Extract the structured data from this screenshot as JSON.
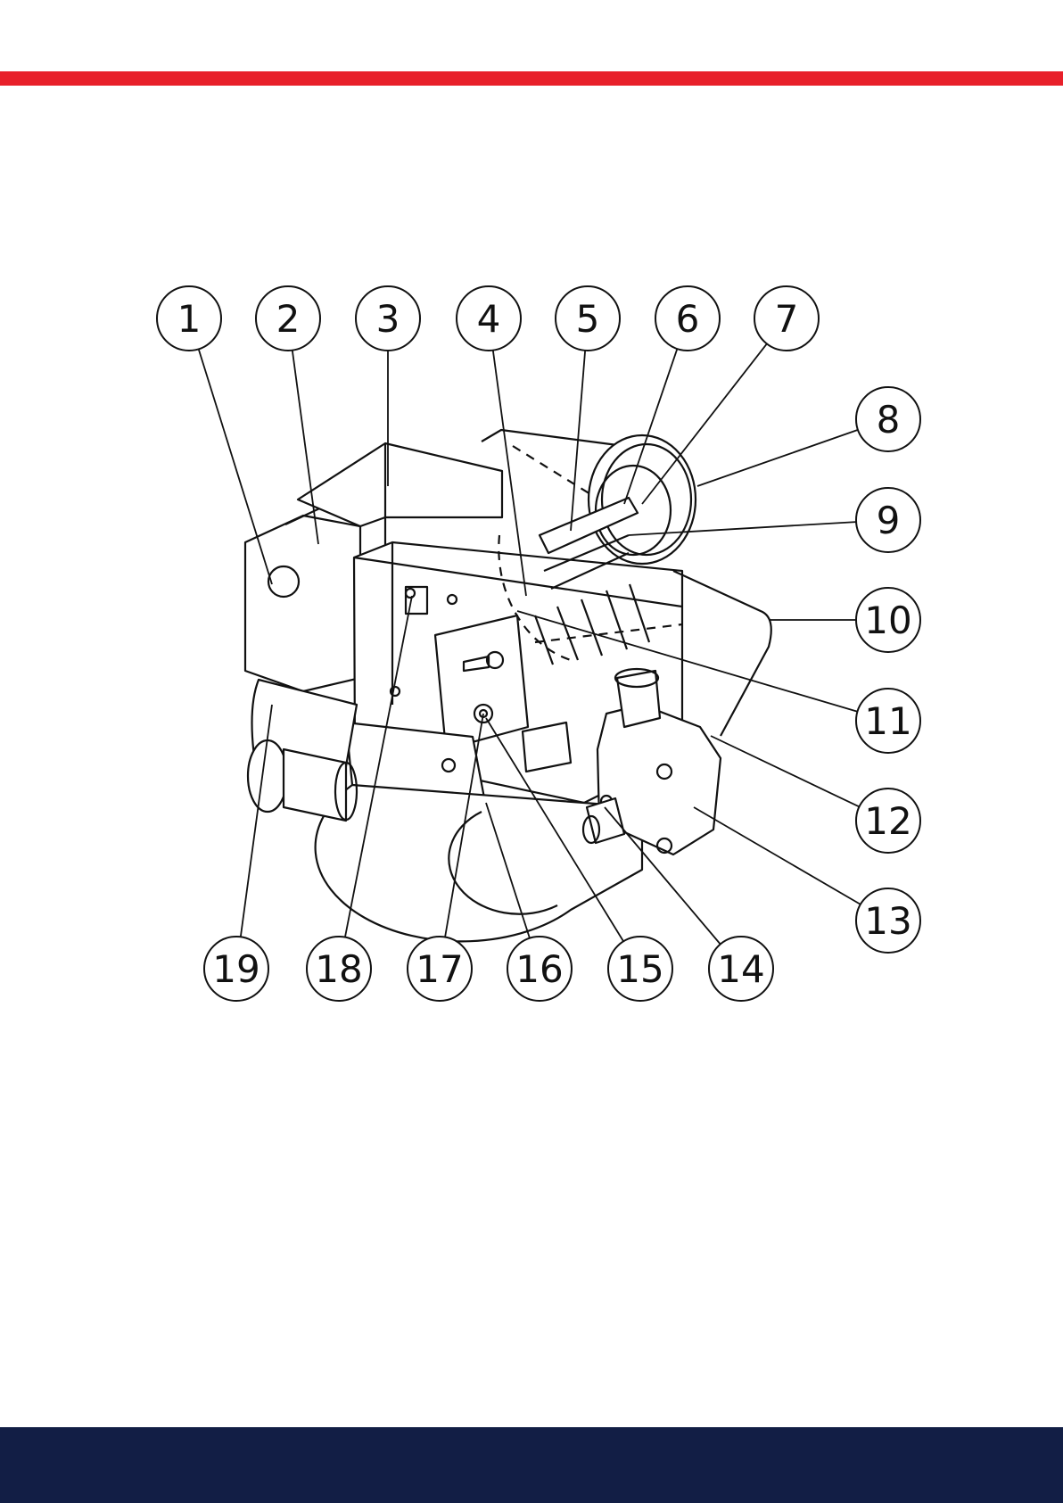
{
  "colors": {
    "top_band": "#e8202a",
    "bottom_band": "#121e45",
    "ink": "#111111"
  },
  "callouts": [
    {
      "label": "1"
    },
    {
      "label": "2"
    },
    {
      "label": "3"
    },
    {
      "label": "4"
    },
    {
      "label": "5"
    },
    {
      "label": "6"
    },
    {
      "label": "7"
    },
    {
      "label": "8"
    },
    {
      "label": "9"
    },
    {
      "label": "10"
    },
    {
      "label": "11"
    },
    {
      "label": "12"
    },
    {
      "label": "13"
    },
    {
      "label": "14"
    },
    {
      "label": "15"
    },
    {
      "label": "16"
    },
    {
      "label": "17"
    },
    {
      "label": "18"
    },
    {
      "label": "19"
    }
  ]
}
